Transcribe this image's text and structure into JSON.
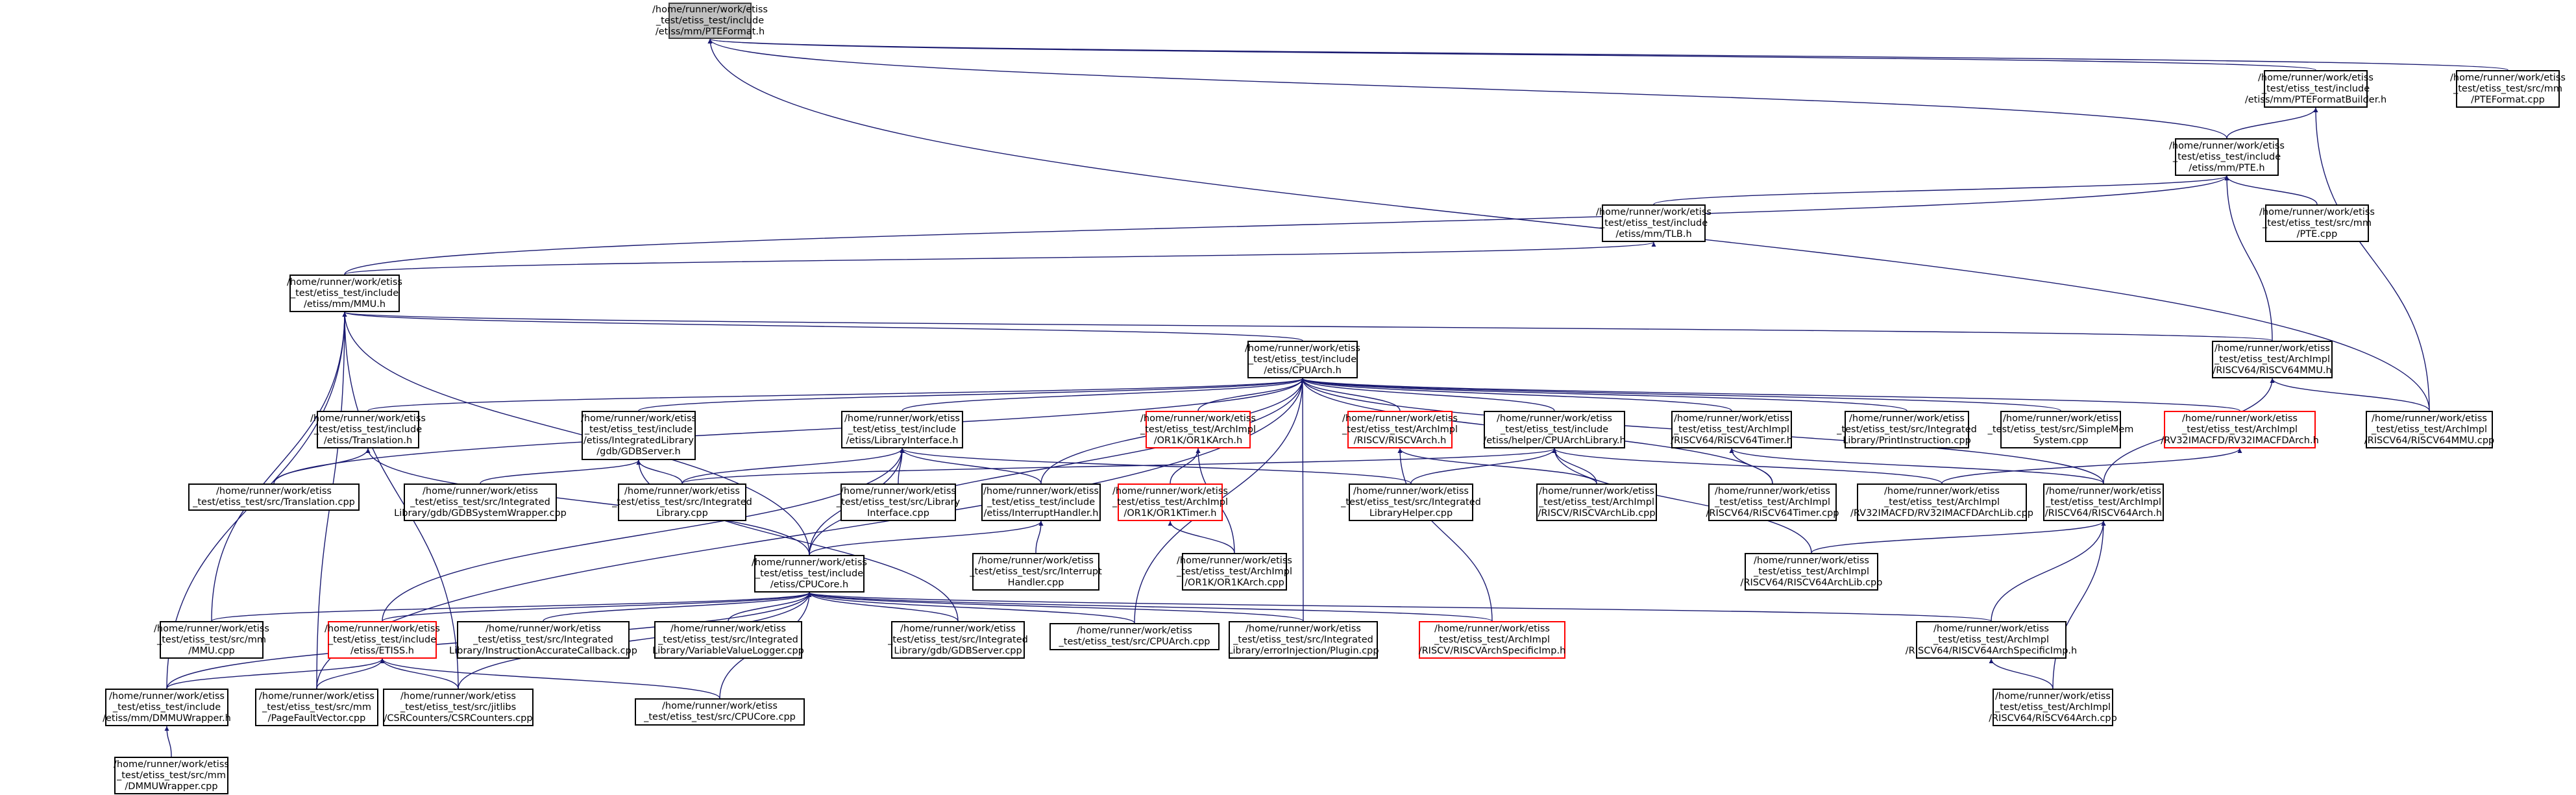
{
  "graph": {
    "edge_color": "#191970",
    "root_fill": "#bfbfbf",
    "missing_border": "#ff0000",
    "nodes": [
      {
        "id": "root",
        "style": "root",
        "lines": [
          "/home/runner/work/etiss",
          "_test/etiss_test/include",
          "/etiss/mm/PTEFormat.h"
        ]
      },
      {
        "id": "pteformatbuilder_h",
        "lines": [
          "/home/runner/work/etiss",
          "_test/etiss_test/include",
          "/etiss/mm/PTEFormatBuilder.h"
        ]
      },
      {
        "id": "pteformat_cpp",
        "lines": [
          "/home/runner/work/etiss",
          "_test/etiss_test/src/mm",
          "/PTEFormat.cpp"
        ]
      },
      {
        "id": "pte_h",
        "lines": [
          "/home/runner/work/etiss",
          "_test/etiss_test/include",
          "/etiss/mm/PTE.h"
        ]
      },
      {
        "id": "tlb_h",
        "lines": [
          "/home/runner/work/etiss",
          "_test/etiss_test/include",
          "/etiss/mm/TLB.h"
        ]
      },
      {
        "id": "pte_cpp",
        "lines": [
          "/home/runner/work/etiss",
          "_test/etiss_test/src/mm",
          "/PTE.cpp"
        ]
      },
      {
        "id": "mmu_h",
        "lines": [
          "/home/runner/work/etiss",
          "_test/etiss_test/include",
          "/etiss/mm/MMU.h"
        ]
      },
      {
        "id": "cpuarch_h",
        "lines": [
          "/home/runner/work/etiss",
          "_test/etiss_test/include",
          "/etiss/CPUArch.h"
        ]
      },
      {
        "id": "riscv64mmu_h",
        "lines": [
          "/home/runner/work/etiss",
          "_test/etiss_test/ArchImpl",
          "/RISCV64/RISCV64MMU.h"
        ]
      },
      {
        "id": "riscv64mmu_cpp",
        "lines": [
          "/home/runner/work/etiss",
          "_test/etiss_test/ArchImpl",
          "/RISCV64/RISCV64MMU.cpp"
        ]
      },
      {
        "id": "translation_h",
        "lines": [
          "/home/runner/work/etiss",
          "_test/etiss_test/include",
          "/etiss/Translation.h"
        ]
      },
      {
        "id": "gdbserver_h",
        "lines": [
          "/home/runner/work/etiss",
          "_test/etiss_test/include",
          "/etiss/IntegratedLibrary",
          "/gdb/GDBServer.h"
        ]
      },
      {
        "id": "libraryinterface_h",
        "lines": [
          "/home/runner/work/etiss",
          "_test/etiss_test/include",
          "/etiss/LibraryInterface.h"
        ]
      },
      {
        "id": "or1karch_h",
        "style": "red",
        "lines": [
          "/home/runner/work/etiss",
          "_test/etiss_test/ArchImpl",
          "/OR1K/OR1KArch.h"
        ]
      },
      {
        "id": "riscvarch_h",
        "style": "red",
        "lines": [
          "/home/runner/work/etiss",
          "_test/etiss_test/ArchImpl",
          "/RISCV/RISCVArch.h"
        ]
      },
      {
        "id": "cpuarchlibrary_h",
        "lines": [
          "/home/runner/work/etiss",
          "_test/etiss_test/include",
          "/etiss/helper/CPUArchLibrary.h"
        ]
      },
      {
        "id": "riscv64timer_h",
        "lines": [
          "/home/runner/work/etiss",
          "_test/etiss_test/ArchImpl",
          "/RISCV64/RISCV64Timer.h"
        ]
      },
      {
        "id": "printinstruction_cpp",
        "lines": [
          "/home/runner/work/etiss",
          "_test/etiss_test/src/Integrated",
          "Library/PrintInstruction.cpp"
        ]
      },
      {
        "id": "simplemem_cpp",
        "lines": [
          "/home/runner/work/etiss",
          "_test/etiss_test/src/SimpleMem",
          "System.cpp"
        ]
      },
      {
        "id": "rv32imacfdarch_h",
        "style": "red",
        "lines": [
          "/home/runner/work/etiss",
          "_test/etiss_test/ArchImpl",
          "/RV32IMACFD/RV32IMACFDArch.h"
        ]
      },
      {
        "id": "translation_cpp",
        "lines": [
          "/home/runner/work/etiss",
          "_test/etiss_test/src/Translation.cpp"
        ]
      },
      {
        "id": "gdbsystemwrapper_cpp",
        "lines": [
          "/home/runner/work/etiss",
          "_test/etiss_test/src/Integrated",
          "Library/gdb/GDBSystemWrapper.cpp"
        ]
      },
      {
        "id": "integratedlibrary_cpp",
        "lines": [
          "/home/runner/work/etiss",
          "_test/etiss_test/src/Integrated",
          "Library.cpp"
        ]
      },
      {
        "id": "libraryinterface_cpp",
        "lines": [
          "/home/runner/work/etiss",
          "_test/etiss_test/src/Library",
          "Interface.cpp"
        ]
      },
      {
        "id": "interrupthandler_h",
        "lines": [
          "/home/runner/work/etiss",
          "_test/etiss_test/include",
          "/etiss/InterruptHandler.h"
        ]
      },
      {
        "id": "or1ktimer_h",
        "style": "red",
        "lines": [
          "/home/runner/work/etiss",
          "_test/etiss_test/ArchImpl",
          "/OR1K/OR1KTimer.h"
        ]
      },
      {
        "id": "librayhelper_cpp",
        "lines": [
          "/home/runner/work/etiss",
          "_test/etiss_test/src/Integrated",
          "LibraryHelper.cpp"
        ]
      },
      {
        "id": "riscvarchlib_cpp",
        "lines": [
          "/home/runner/work/etiss",
          "_test/etiss_test/ArchImpl",
          "/RISCV/RISCVArchLib.cpp"
        ]
      },
      {
        "id": "riscv64timer_cpp",
        "lines": [
          "/home/runner/work/etiss",
          "_test/etiss_test/ArchImpl",
          "/RISCV64/RISCV64Timer.cpp"
        ]
      },
      {
        "id": "rv32imacfdarchlib_cpp",
        "lines": [
          "/home/runner/work/etiss",
          "_test/etiss_test/ArchImpl",
          "/RV32IMACFD/RV32IMACFDArchLib.cpp"
        ]
      },
      {
        "id": "riscv64arch_h",
        "lines": [
          "/home/runner/work/etiss",
          "_test/etiss_test/ArchImpl",
          "/RISCV64/RISCV64Arch.h"
        ]
      },
      {
        "id": "interrupthandler_cpp",
        "lines": [
          "/home/runner/work/etiss",
          "_test/etiss_test/src/Interrupt",
          "Handler.cpp"
        ]
      },
      {
        "id": "or1karch_cpp",
        "lines": [
          "/home/runner/work/etiss",
          "_test/etiss_test/ArchImpl",
          "/OR1K/OR1KArch.cpp"
        ]
      },
      {
        "id": "riscv64archlib_cpp",
        "lines": [
          "/home/runner/work/etiss",
          "_test/etiss_test/ArchImpl",
          "/RISCV64/RISCV64ArchLib.cpp"
        ]
      },
      {
        "id": "cpucore_h",
        "lines": [
          "/home/runner/work/etiss",
          "_test/etiss_test/include",
          "/etiss/CPUCore.h"
        ]
      },
      {
        "id": "mmu_cpp",
        "lines": [
          "/home/runner/work/etiss",
          "_test/etiss_test/src/mm",
          "/MMU.cpp"
        ]
      },
      {
        "id": "etiss_h",
        "style": "red",
        "lines": [
          "/home/runner/work/etiss",
          "_test/etiss_test/include",
          "/etiss/ETISS.h"
        ]
      },
      {
        "id": "instructionaccuratecallback_cpp",
        "lines": [
          "/home/runner/work/etiss",
          "_test/etiss_test/src/Integrated",
          "Library/InstructionAccurateCallback.cpp"
        ]
      },
      {
        "id": "variablevaluelogger_cpp",
        "lines": [
          "/home/runner/work/etiss",
          "_test/etiss_test/src/Integrated",
          "Library/VariableValueLogger.cpp"
        ]
      },
      {
        "id": "gdbserver_cpp",
        "lines": [
          "/home/runner/work/etiss",
          "_test/etiss_test/src/Integrated",
          "Library/gdb/GDBServer.cpp"
        ]
      },
      {
        "id": "cpuarch_cpp",
        "lines": [
          "/home/runner/work/etiss",
          "_test/etiss_test/src/CPUArch.cpp"
        ]
      },
      {
        "id": "errorinjection_cpp",
        "lines": [
          "/home/runner/work/etiss",
          "_test/etiss_test/src/Integrated",
          "Library/errorInjection/Plugin.cpp"
        ]
      },
      {
        "id": "riscvarchspecificimp_h",
        "style": "red",
        "lines": [
          "/home/runner/work/etiss",
          "_test/etiss_test/ArchImpl",
          "/RISCV/RISCVArchSpecificImp.h"
        ]
      },
      {
        "id": "riscv64archspecificimp_h",
        "lines": [
          "/home/runner/work/etiss",
          "_test/etiss_test/ArchImpl",
          "/RISCV64/RISCV64ArchSpecificImp.h"
        ]
      },
      {
        "id": "dmmuwrapper_h",
        "lines": [
          "/home/runner/work/etiss",
          "_test/etiss_test/include",
          "/etiss/mm/DMMUWrapper.h"
        ]
      },
      {
        "id": "pagefaultvector_cpp",
        "lines": [
          "/home/runner/work/etiss",
          "_test/etiss_test/src/mm",
          "/PageFaultVector.cpp"
        ]
      },
      {
        "id": "csrcounters_cpp",
        "lines": [
          "/home/runner/work/etiss",
          "_test/etiss_test/src/jitlibs",
          "/CSRCounters/CSRCounters.cpp"
        ]
      },
      {
        "id": "cpucore_cpp",
        "lines": [
          "/home/runner/work/etiss",
          "_test/etiss_test/src/CPUCore.cpp"
        ]
      },
      {
        "id": "riscv64arch_cpp",
        "lines": [
          "/home/runner/work/etiss",
          "_test/etiss_test/ArchImpl",
          "/RISCV64/RISCV64Arch.cpp"
        ]
      },
      {
        "id": "dmmuwrapper_cpp",
        "lines": [
          "/home/runner/work/etiss",
          "_test/etiss_test/src/mm",
          "/DMMUWrapper.cpp"
        ]
      }
    ],
    "edges": [
      [
        "root",
        "pteformatbuilder_h"
      ],
      [
        "root",
        "pteformat_cpp"
      ],
      [
        "root",
        "pte_h"
      ],
      [
        "root",
        "riscv64mmu_cpp"
      ],
      [
        "pteformatbuilder_h",
        "pte_h"
      ],
      [
        "pteformatbuilder_h",
        "riscv64mmu_cpp"
      ],
      [
        "pte_h",
        "tlb_h"
      ],
      [
        "pte_h",
        "pte_cpp"
      ],
      [
        "pte_h",
        "mmu_h"
      ],
      [
        "pte_h",
        "riscv64mmu_h"
      ],
      [
        "tlb_h",
        "mmu_h"
      ],
      [
        "mmu_h",
        "cpuarch_h"
      ],
      [
        "mmu_h",
        "riscv64mmu_h"
      ],
      [
        "mmu_h",
        "cpucore_h"
      ],
      [
        "mmu_h",
        "mmu_cpp"
      ],
      [
        "mmu_h",
        "dmmuwrapper_h"
      ],
      [
        "mmu_h",
        "pagefaultvector_cpp"
      ],
      [
        "mmu_h",
        "csrcounters_cpp"
      ],
      [
        "riscv64mmu_h",
        "riscv64mmu_cpp"
      ],
      [
        "riscv64mmu_h",
        "riscv64arch_h"
      ],
      [
        "cpuarch_h",
        "translation_h"
      ],
      [
        "cpuarch_h",
        "gdbserver_h"
      ],
      [
        "cpuarch_h",
        "libraryinterface_h"
      ],
      [
        "cpuarch_h",
        "or1karch_h"
      ],
      [
        "cpuarch_h",
        "riscvarch_h"
      ],
      [
        "cpuarch_h",
        "cpuarchlibrary_h"
      ],
      [
        "cpuarch_h",
        "riscv64timer_h"
      ],
      [
        "cpuarch_h",
        "printinstruction_cpp"
      ],
      [
        "cpuarch_h",
        "simplemem_cpp"
      ],
      [
        "cpuarch_h",
        "rv32imacfdarch_h"
      ],
      [
        "cpuarch_h",
        "riscv64arch_h"
      ],
      [
        "cpuarch_h",
        "interrupthandler_h"
      ],
      [
        "cpuarch_h",
        "cpucore_h"
      ],
      [
        "cpuarch_h",
        "cpuarch_cpp"
      ],
      [
        "cpuarch_h",
        "errorinjection_cpp"
      ],
      [
        "cpuarch_h",
        "translation_cpp"
      ],
      [
        "cpuarch_h",
        "riscv64timer_cpp"
      ],
      [
        "cpuarch_h",
        "pagefaultvector_cpp"
      ],
      [
        "translation_h",
        "translation_cpp"
      ],
      [
        "translation_h",
        "cpucore_h"
      ],
      [
        "gdbserver_h",
        "gdbsystemwrapper_cpp"
      ],
      [
        "gdbserver_h",
        "integratedlibrary_cpp"
      ],
      [
        "gdbserver_h",
        "gdbserver_cpp"
      ],
      [
        "libraryinterface_h",
        "integratedlibrary_cpp"
      ],
      [
        "libraryinterface_h",
        "libraryinterface_cpp"
      ],
      [
        "libraryinterface_h",
        "interrupthandler_h"
      ],
      [
        "libraryinterface_h",
        "librayhelper_cpp"
      ],
      [
        "libraryinterface_h",
        "cpucore_h"
      ],
      [
        "libraryinterface_h",
        "etiss_h"
      ],
      [
        "or1karch_h",
        "or1ktimer_h"
      ],
      [
        "or1karch_h",
        "or1karch_cpp"
      ],
      [
        "or1ktimer_h",
        "or1karch_cpp"
      ],
      [
        "riscvarch_h",
        "riscvarchlib_cpp"
      ],
      [
        "riscvarch_h",
        "riscvarchspecificimp_h"
      ],
      [
        "cpuarchlibrary_h",
        "librayhelper_cpp"
      ],
      [
        "cpuarchlibrary_h",
        "riscvarchlib_cpp"
      ],
      [
        "cpuarchlibrary_h",
        "rv32imacfdarchlib_cpp"
      ],
      [
        "cpuarchlibrary_h",
        "riscv64archlib_cpp"
      ],
      [
        "cpuarchlibrary_h",
        "integratedlibrary_cpp"
      ],
      [
        "riscv64timer_h",
        "riscv64timer_cpp"
      ],
      [
        "riscv64timer_h",
        "riscv64arch_h"
      ],
      [
        "rv32imacfdarch_h",
        "rv32imacfdarchlib_cpp"
      ],
      [
        "riscv64arch_h",
        "riscv64archlib_cpp"
      ],
      [
        "riscv64arch_h",
        "riscv64archspecificimp_h"
      ],
      [
        "riscv64arch_h",
        "riscv64arch_cpp"
      ],
      [
        "riscv64archspecificimp_h",
        "riscv64arch_cpp"
      ],
      [
        "interrupthandler_h",
        "interrupthandler_cpp"
      ],
      [
        "interrupthandler_h",
        "cpucore_h"
      ],
      [
        "cpucore_h",
        "mmu_cpp"
      ],
      [
        "cpucore_h",
        "etiss_h"
      ],
      [
        "cpucore_h",
        "instructionaccuratecallback_cpp"
      ],
      [
        "cpucore_h",
        "variablevaluelogger_cpp"
      ],
      [
        "cpucore_h",
        "gdbserver_cpp"
      ],
      [
        "cpucore_h",
        "cpuarch_cpp"
      ],
      [
        "cpucore_h",
        "errorinjection_cpp"
      ],
      [
        "cpucore_h",
        "riscvarchspecificimp_h"
      ],
      [
        "cpucore_h",
        "riscv64archspecificimp_h"
      ],
      [
        "cpucore_h",
        "dmmuwrapper_h"
      ],
      [
        "cpucore_h",
        "csrcounters_cpp"
      ],
      [
        "cpucore_h",
        "cpucore_cpp"
      ],
      [
        "etiss_h",
        "dmmuwrapper_h"
      ],
      [
        "etiss_h",
        "pagefaultvector_cpp"
      ],
      [
        "etiss_h",
        "csrcounters_cpp"
      ],
      [
        "etiss_h",
        "cpucore_cpp"
      ],
      [
        "dmmuwrapper_h",
        "dmmuwrapper_cpp"
      ]
    ]
  }
}
